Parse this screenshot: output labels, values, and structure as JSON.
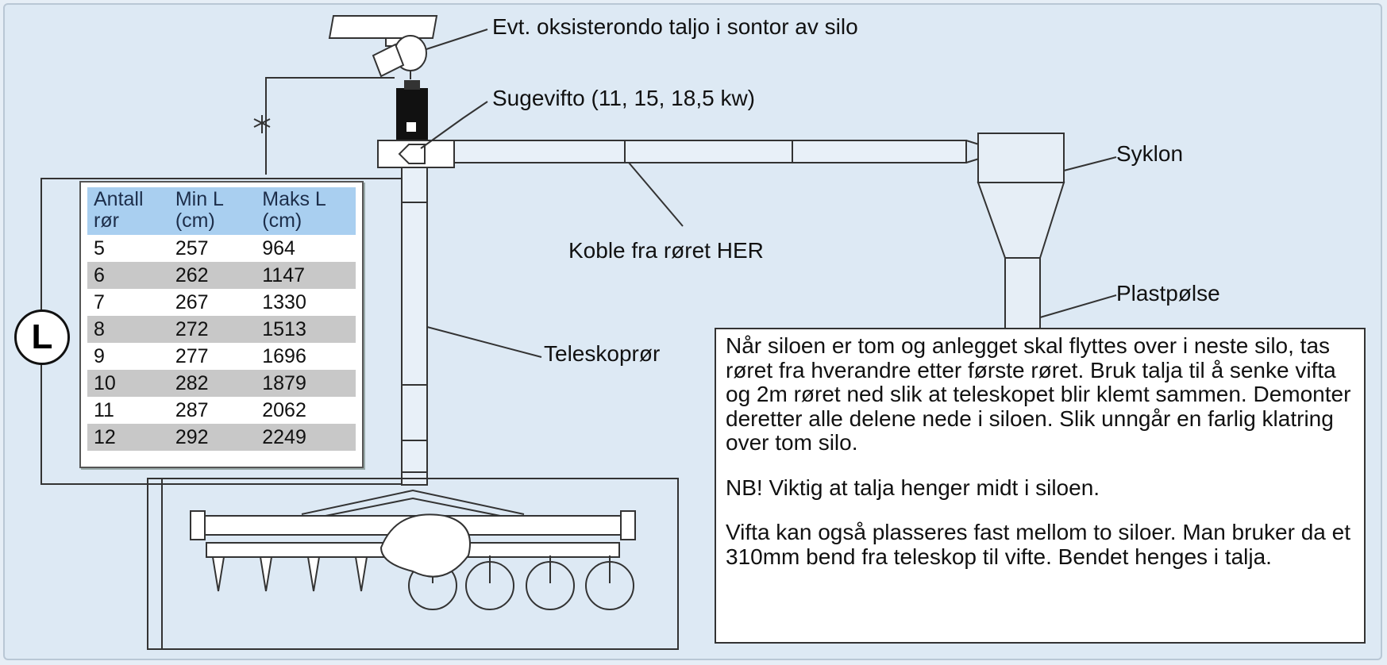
{
  "labels": {
    "hoist": "Evt. oksisterondo taljo i sontor av silo",
    "fan": "Sugevifto (11, 15, 18,5 kw)",
    "cyclone": "Syklon",
    "disconnect": "Koble fra røret HER",
    "plastic": "Plastpølse",
    "telescope": "Teleskoprør",
    "length_badge": "L"
  },
  "table": {
    "headers": [
      "Antall rør",
      "Min L (cm)",
      "Maks L (cm)"
    ],
    "rows": [
      [
        "5",
        "257",
        "964"
      ],
      [
        "6",
        "262",
        "1147"
      ],
      [
        "7",
        "267",
        "1330"
      ],
      [
        "8",
        "272",
        "1513"
      ],
      [
        "9",
        "277",
        "1696"
      ],
      [
        "10",
        "282",
        "1879"
      ],
      [
        "11",
        "287",
        "2062"
      ],
      [
        "12",
        "292",
        "2249"
      ]
    ]
  },
  "notes": [
    "Når siloen er tom og anlegget skal flyttes over i neste silo, tas røret fra hverandre etter første røret. Bruk talja til å senke vifta og 2m røret ned slik at teleskopet blir klemt sammen. Demonter deretter alle delene nede i siloen. Slik unngår en farlig klatring over tom silo.",
    "NB! Viktig at talja henger midt i siloen.",
    "Vifta kan også plasseres fast mellom to siloer. Man bruker da et 310mm bend fra teleskop til vifte. Bendet henges i talja."
  ],
  "colors": {
    "background": "#dde9f4",
    "table_header": "#a9cff0",
    "table_alt_row": "#c8c8c8",
    "line": "#333333"
  }
}
